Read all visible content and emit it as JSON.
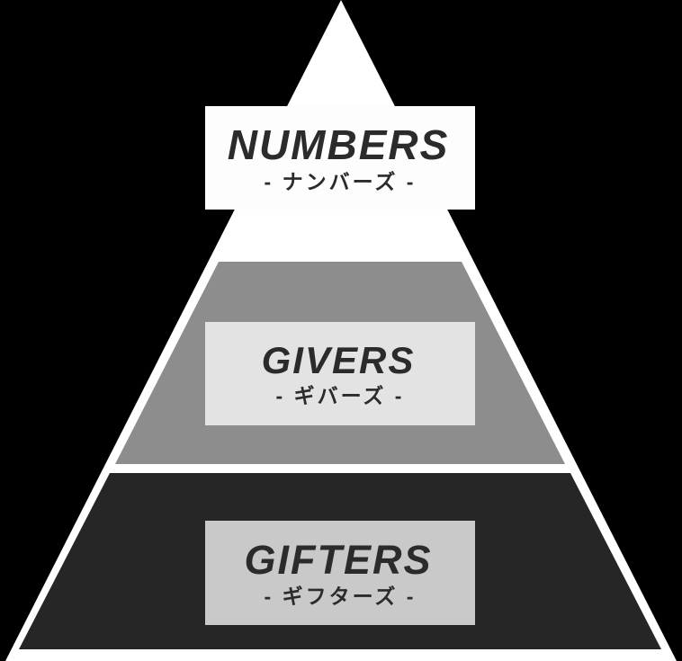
{
  "diagram": {
    "type": "pyramid",
    "orientation": "apex-top",
    "tiers": [
      {
        "id": "numbers",
        "level": "top",
        "title": "NUMBERS",
        "subtitle": "- ナンバーズ -"
      },
      {
        "id": "givers",
        "level": "middle",
        "title": "GIVERS",
        "subtitle": "- ギバーズ -"
      },
      {
        "id": "gifters",
        "level": "bottom",
        "title": "GIFTERS",
        "subtitle": "- ギフターズ -"
      }
    ]
  },
  "colors": {
    "background": "#000000",
    "pyramid_white": "#ffffff",
    "numbers_box": "#fdfdfd",
    "givers_tier": "#8d8d8d",
    "givers_box": "#e3e3e3",
    "gifters_tier": "#262626",
    "gifters_box": "#c9c9c9",
    "text": "#2b2b2b"
  }
}
